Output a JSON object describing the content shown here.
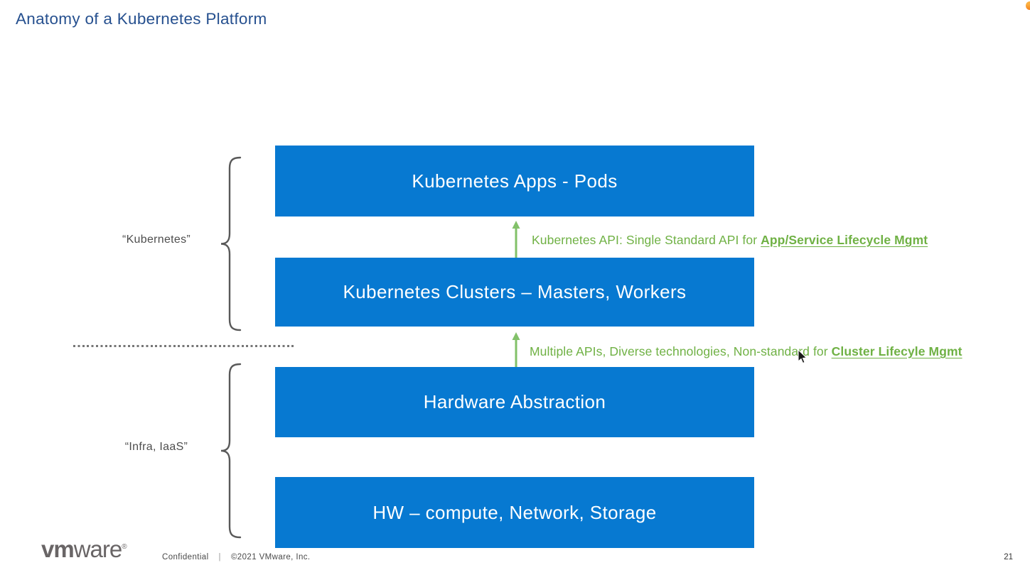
{
  "slide": {
    "title": "Anatomy of a Kubernetes Platform",
    "page_number": "21"
  },
  "diagram": {
    "boxes": [
      {
        "id": "kubernetes-apps",
        "label": "Kubernetes Apps - Pods"
      },
      {
        "id": "kubernetes-clusters",
        "label": "Kubernetes Clusters – Masters, Workers"
      },
      {
        "id": "hardware-abstraction",
        "label": "Hardware Abstraction"
      },
      {
        "id": "hw-compute-network-storage",
        "label": "HW – compute, Network, Storage"
      }
    ],
    "annotations": [
      {
        "prefix": "Kubernetes API: Single Standard API for ",
        "linked": "App/Service Lifecycle Mgmt"
      },
      {
        "prefix": "Multiple APIs, Diverse technologies, Non-standard for ",
        "linked": "Cluster Lifecyle Mgmt"
      }
    ],
    "group_labels": [
      {
        "label": "“Kubernetes”"
      },
      {
        "label": "“Infra, IaaS”"
      }
    ]
  },
  "footer": {
    "logo_vm": "vm",
    "logo_ware": "ware",
    "logo_reg": "®",
    "confidential": "Confidential",
    "separator": "|",
    "copyright": "©2021 VMware, Inc."
  },
  "theme": {
    "box_blue": "#0779D1",
    "green": "#6FB144",
    "title_navy": "#26508F",
    "gray_label": "#4D4D4D",
    "brace_gray": "#595959"
  }
}
